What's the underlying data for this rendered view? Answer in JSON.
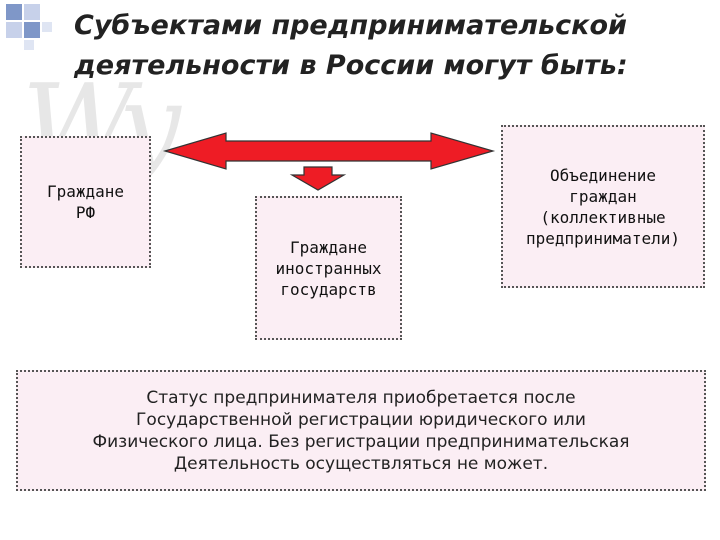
{
  "title": {
    "line1": "Субъектами предпринимательской",
    "line2": "деятельности в России могут быть:"
  },
  "boxes": {
    "citizens_rf": [
      "Граждане",
      "РФ"
    ],
    "foreign_citizens": [
      "Граждане",
      "иностранных",
      "государств"
    ],
    "associations": [
      "Объединение",
      "граждан",
      "(коллективные",
      "предприниматели)"
    ]
  },
  "status_text": [
    "Статус предпринимателя приобретается после",
    "Государственной регистрации юридического или",
    "Физического лица. Без регистрации предпринимательская",
    "Деятельность осуществляться не может."
  ],
  "colors": {
    "arrow_fill": "#ee1c25",
    "box_fill": "#fbeef4",
    "deco_blue": "#7f97c8",
    "deco_light": "#c7d1ea"
  }
}
